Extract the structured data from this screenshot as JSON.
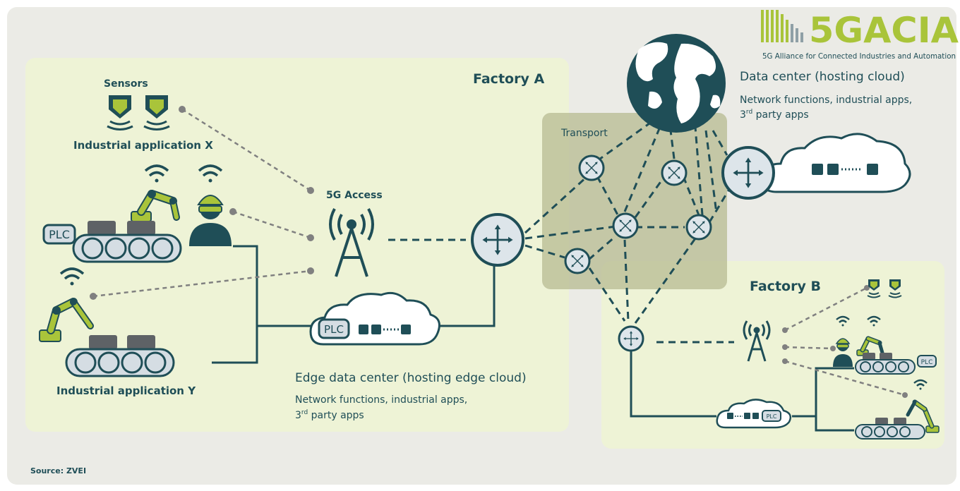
{
  "logo": {
    "brand": "5GACIA",
    "tagline": "5G Alliance for Connected Industries and Automation"
  },
  "factory_a": {
    "title": "Factory A",
    "sensors_label": "Sensors",
    "app_x_label": "Industrial application X",
    "app_y_label": "Industrial application Y",
    "access_label": "5G Access",
    "plc_label": "PLC",
    "edge_title": "Edge data center (hosting edge cloud)",
    "edge_desc_1": "Network functions, industrial apps,",
    "edge_desc_2_pre": "3",
    "edge_desc_2_sup": "rd",
    "edge_desc_2_post": " party apps"
  },
  "transport": {
    "label": "Transport"
  },
  "data_center": {
    "title": "Data center (hosting cloud)",
    "desc_1": "Network functions, industrial apps,",
    "desc_2_pre": "3",
    "desc_2_sup": "rd",
    "desc_2_post": " party apps"
  },
  "factory_b": {
    "title": "Factory B",
    "plc_label": "PLC"
  },
  "source": "Source: ZVEI",
  "colors": {
    "panel_bg": "#ebebe6",
    "factory_bg": "#eef3d6",
    "transport_bg": "#bdc19a",
    "line": "#1f4e57",
    "accent": "#a9c43a",
    "router_fill": "#dde5ea"
  }
}
